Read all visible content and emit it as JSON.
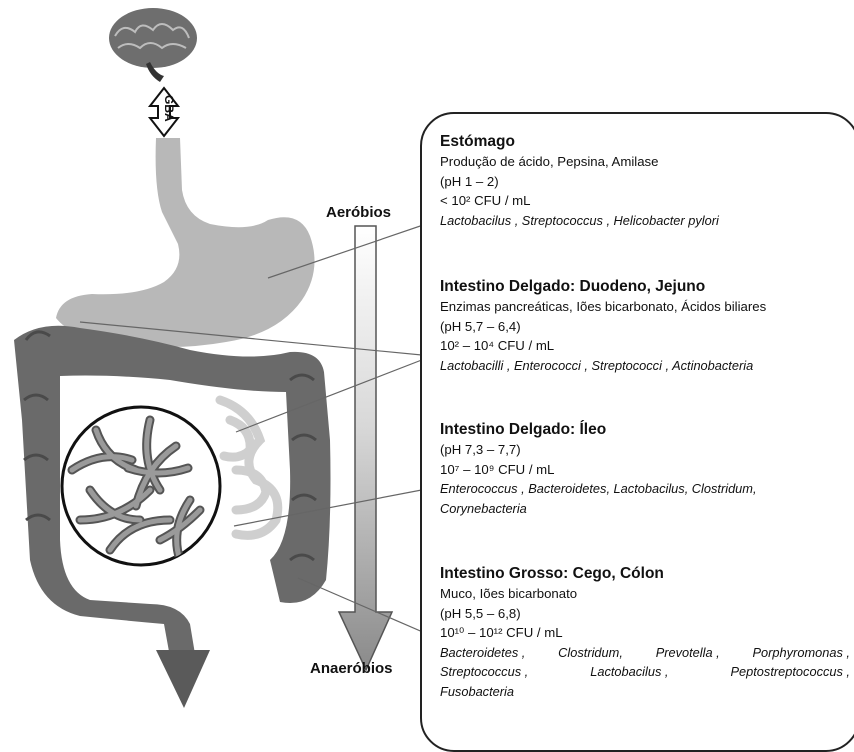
{
  "gba_label": "GBA",
  "aerobios_label": "Aeróbios",
  "anaerobios_label": "Anaeróbios",
  "sections": [
    {
      "title": "Estómago",
      "lines": [
        "Produção de ácido, Pepsina, Amilase",
        "(pH 1 – 2)",
        "< 10² CFU / mL"
      ],
      "bacteria": "Lactobacilus ,  Streptococcus ,  Helicobacter pylori"
    },
    {
      "title": "Intestino Delgado: Duodeno, Jejuno",
      "lines": [
        "Enzimas pancreáticas, Iões bicarbonato, Ácidos biliares",
        "(pH 5,7 – 6,4)",
        "10² – 10⁴ CFU / mL"
      ],
      "bacteria": "Lactobacilli ,  Enterococci ,  Streptococci ,  Actinobacteria"
    },
    {
      "title": "Intestino Delgado: Íleo",
      "lines": [
        "(pH 7,3 – 7,7)",
        "10⁷ – 10⁹ CFU / mL"
      ],
      "bacteria": "Enterococcus ,  Bacteroidetes,  Lactobacilus,  Clostridum,",
      "bacteria2": "Corynebacteria"
    },
    {
      "title": "Intestino Grosso: Cego, Cólon",
      "lines": [
        "Muco, Iões bicarbonato",
        "(pH 5,5 – 6,8)",
        "10¹⁰ – 10¹² CFU / mL"
      ],
      "bacteria_row1": [
        "Bacteroidetes ,",
        "Clostridum,",
        "Prevotella ,",
        "Porphyromonas ,"
      ],
      "bacteria_row2": [
        "Streptococcus ,",
        "Lactobacilus ,",
        "Peptostreptococcus ,"
      ],
      "bacteria_row3": "Fusobacteria"
    }
  ]
}
